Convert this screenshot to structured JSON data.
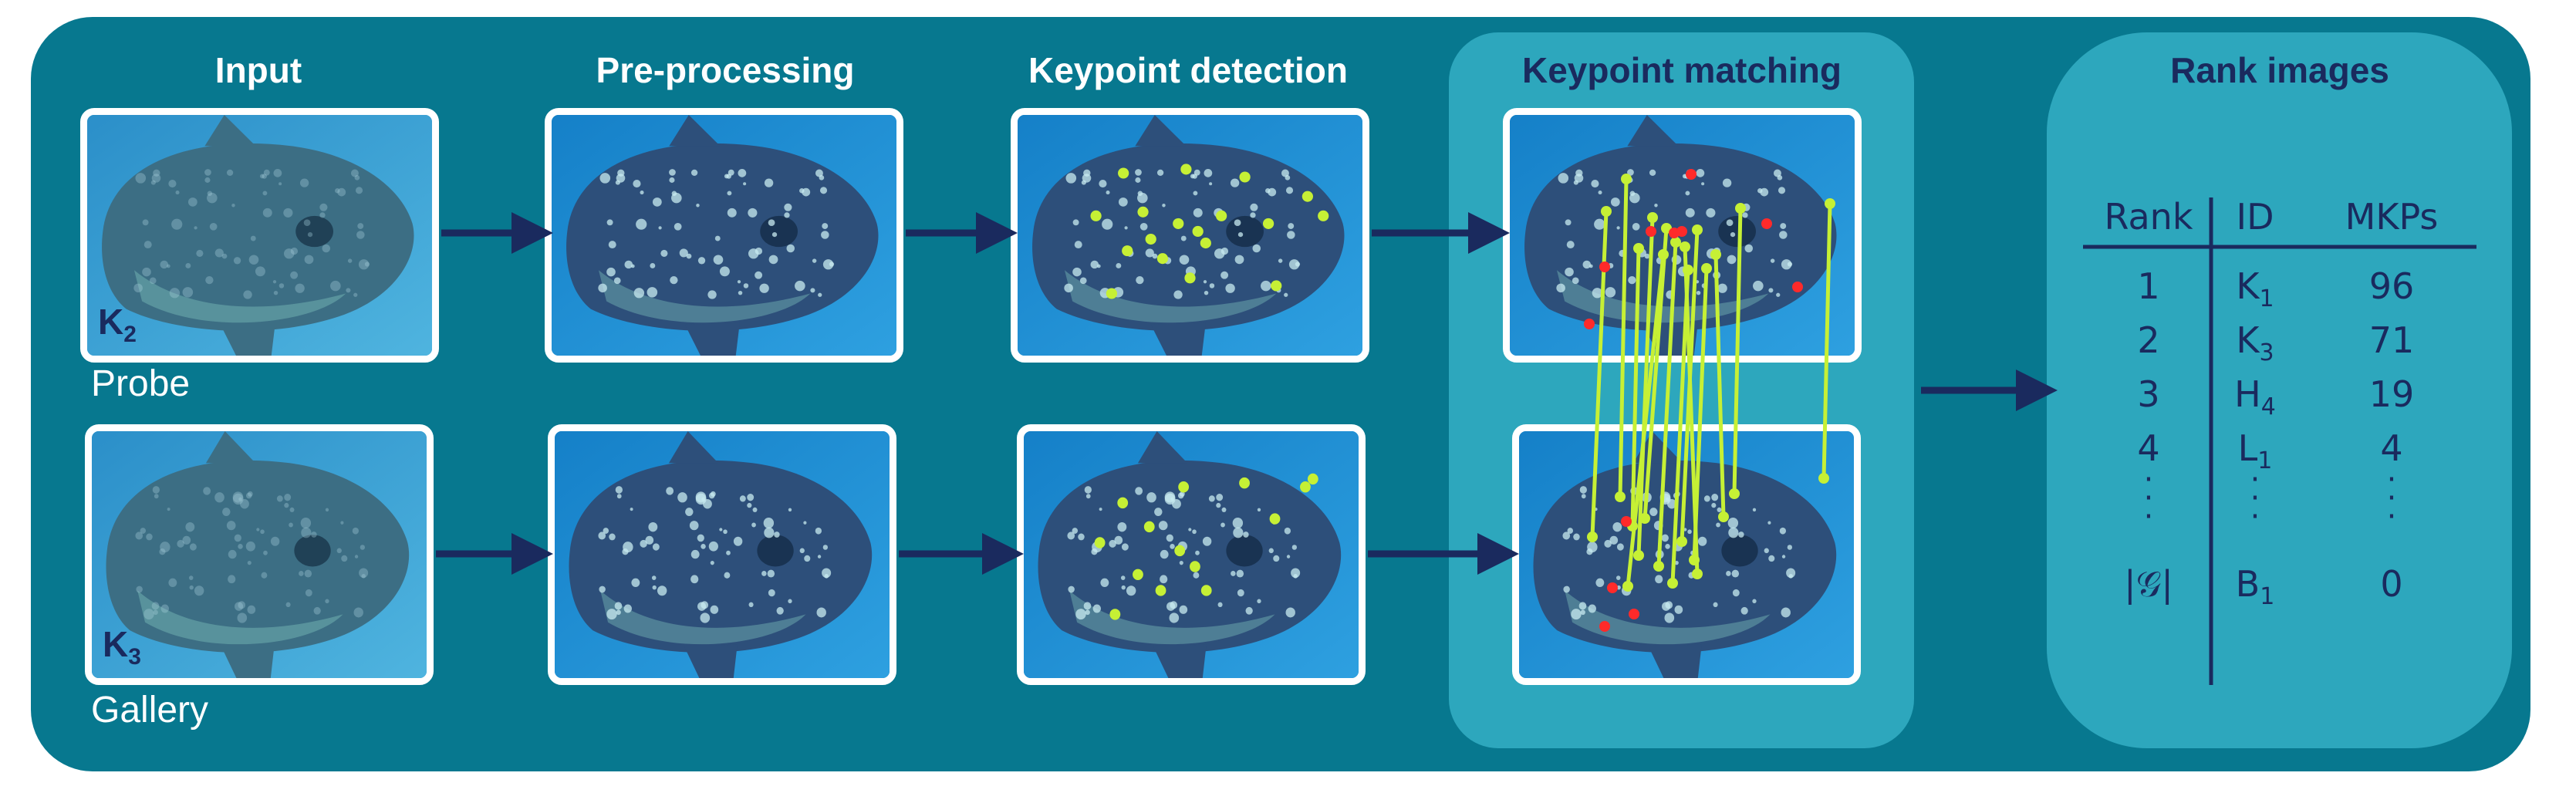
{
  "stages": {
    "input": "Input",
    "preprocessing": "Pre-processing",
    "detection": "Keypoint detection",
    "matching": "Keypoint matching",
    "rank": "Rank images"
  },
  "labels": {
    "probe": "Probe",
    "gallery": "Gallery",
    "probe_id": "K",
    "probe_id_sub": "2",
    "gallery_id": "K",
    "gallery_id_sub": "3"
  },
  "table": {
    "headers": [
      "Rank",
      "ID",
      "MKPs"
    ],
    "rows": [
      {
        "rank": "1",
        "id": "K",
        "sub": "1",
        "mkps": "96"
      },
      {
        "rank": "2",
        "id": "K",
        "sub": "3",
        "mkps": "71"
      },
      {
        "rank": "3",
        "id": "H",
        "sub": "4",
        "mkps": "19"
      },
      {
        "rank": "4",
        "id": "L",
        "sub": "1",
        "mkps": "4"
      }
    ],
    "last_row": {
      "rank": "|𝒢|",
      "id": "B",
      "sub": "1",
      "mkps": "0"
    }
  },
  "colors": {
    "panel": "#07788f",
    "highlight_box": "#2da7bd",
    "arrow": "#1a2a5e",
    "keypoint": "#c6f035",
    "unmatched_keypoint": "#ff2a2a",
    "match_line": "#c6f035",
    "fish": "#2d5b82"
  },
  "icons": [
    "sunfish-photo",
    "arrow-right-icon",
    "keypoint-dot",
    "match-line"
  ]
}
